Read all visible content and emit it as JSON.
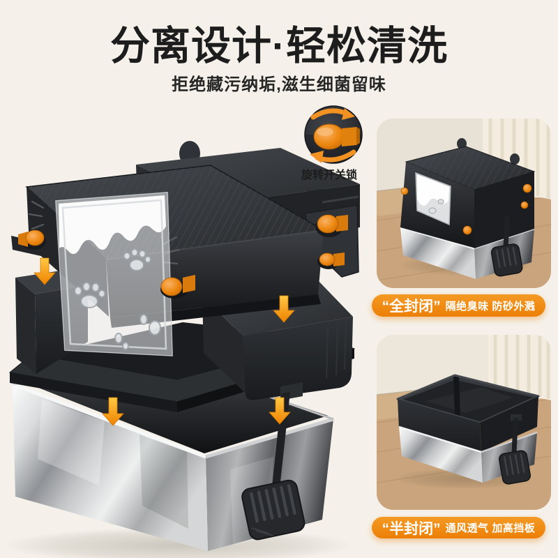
{
  "page": {
    "background": "#f5f1ea",
    "accent_orange": "#ee8009",
    "title_color": "#1d1d1d"
  },
  "header": {
    "title": "分离设计·轻松清洗",
    "subtitle": "拒绝藏污纳垢,滋生细菌留味"
  },
  "diagram": {
    "callout_label": "旋转开关锁",
    "arrow_color": "#f59a00",
    "arrow_count": 4,
    "parts": [
      "lid",
      "transparent-door",
      "middle-frame",
      "stainless-steel-tray",
      "litter-scoop",
      "lock-knobs"
    ]
  },
  "cards": [
    {
      "name": "fully-enclosed-litter-box",
      "badge_quote": "“全封闭”",
      "badge_desc": "隔绝臭味 防砂外溅"
    },
    {
      "name": "semi-enclosed-litter-box",
      "badge_quote": "“半封闭”",
      "badge_desc": "通风透气 加高挡板"
    }
  ]
}
